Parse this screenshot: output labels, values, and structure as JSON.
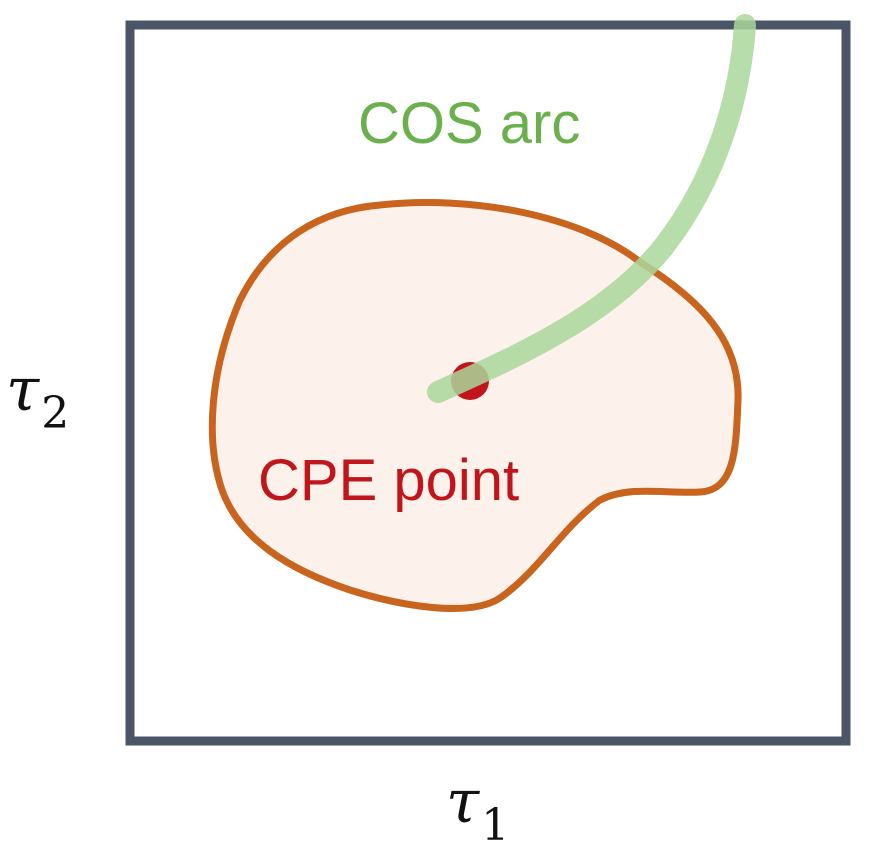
{
  "diagram": {
    "cos_arc_label": "COS arc",
    "cpe_point_label": "CPE point",
    "x_axis": {
      "symbol": "τ",
      "subscript": "1"
    },
    "y_axis": {
      "symbol": "τ",
      "subscript": "2"
    }
  },
  "colors": {
    "frame": "#4a5568",
    "region_stroke": "#c8641e",
    "region_fill": "#fdf1ec",
    "arc": "#a9d79b",
    "arc_text": "#6ab04c",
    "point": "#c0151a",
    "point_text": "#c0151a",
    "axis_text": "#111111"
  }
}
